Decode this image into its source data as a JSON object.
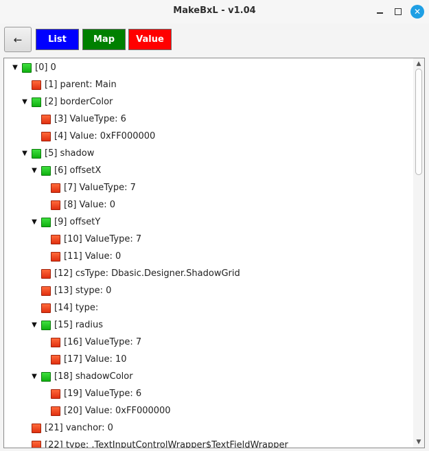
{
  "window": {
    "title": "MakeBxL - v1.04",
    "minimize_glyph": "",
    "maximize_glyph": "",
    "close_glyph": "✕"
  },
  "toolbar": {
    "back_glyph": "←",
    "list_label": "List",
    "map_label": "Map",
    "value_label": "Value",
    "colors": {
      "list": "#0000ff",
      "map": "#008000",
      "value": "#ff0000"
    }
  },
  "tree": {
    "expanded_glyph": "▼",
    "node_colors": {
      "branch": "green",
      "leaf": "red"
    },
    "items": [
      {
        "label": "[0] 0",
        "depth": 0,
        "type": "branch",
        "expanded": true
      },
      {
        "label": "[1] parent: Main",
        "depth": 1,
        "type": "leaf"
      },
      {
        "label": "[2] borderColor",
        "depth": 1,
        "type": "branch",
        "expanded": true
      },
      {
        "label": "[3] ValueType: 6",
        "depth": 2,
        "type": "leaf"
      },
      {
        "label": "[4] Value: 0xFF000000",
        "depth": 2,
        "type": "leaf"
      },
      {
        "label": "[5] shadow",
        "depth": 1,
        "type": "branch",
        "expanded": true
      },
      {
        "label": "[6] offsetX",
        "depth": 2,
        "type": "branch",
        "expanded": true
      },
      {
        "label": "[7] ValueType: 7",
        "depth": 3,
        "type": "leaf"
      },
      {
        "label": "[8] Value: 0",
        "depth": 3,
        "type": "leaf"
      },
      {
        "label": "[9] offsetY",
        "depth": 2,
        "type": "branch",
        "expanded": true
      },
      {
        "label": "[10] ValueType: 7",
        "depth": 3,
        "type": "leaf"
      },
      {
        "label": "[11] Value: 0",
        "depth": 3,
        "type": "leaf"
      },
      {
        "label": "[12] csType: Dbasic.Designer.ShadowGrid",
        "depth": 2,
        "type": "leaf"
      },
      {
        "label": "[13] stype: 0",
        "depth": 2,
        "type": "leaf"
      },
      {
        "label": "[14] type:",
        "depth": 2,
        "type": "leaf"
      },
      {
        "label": "[15] radius",
        "depth": 2,
        "type": "branch",
        "expanded": true
      },
      {
        "label": "[16] ValueType: 7",
        "depth": 3,
        "type": "leaf"
      },
      {
        "label": "[17] Value: 10",
        "depth": 3,
        "type": "leaf"
      },
      {
        "label": "[18] shadowColor",
        "depth": 2,
        "type": "branch",
        "expanded": true
      },
      {
        "label": "[19] ValueType: 6",
        "depth": 3,
        "type": "leaf"
      },
      {
        "label": "[20] Value: 0xFF000000",
        "depth": 3,
        "type": "leaf"
      },
      {
        "label": "[21] vanchor: 0",
        "depth": 1,
        "type": "leaf"
      },
      {
        "label": "[22] type: .TextInputControlWrapper$TextFieldWrapper",
        "depth": 1,
        "type": "leaf"
      }
    ]
  },
  "scrollbar": {
    "up_glyph": "▲",
    "down_glyph": "▼"
  }
}
